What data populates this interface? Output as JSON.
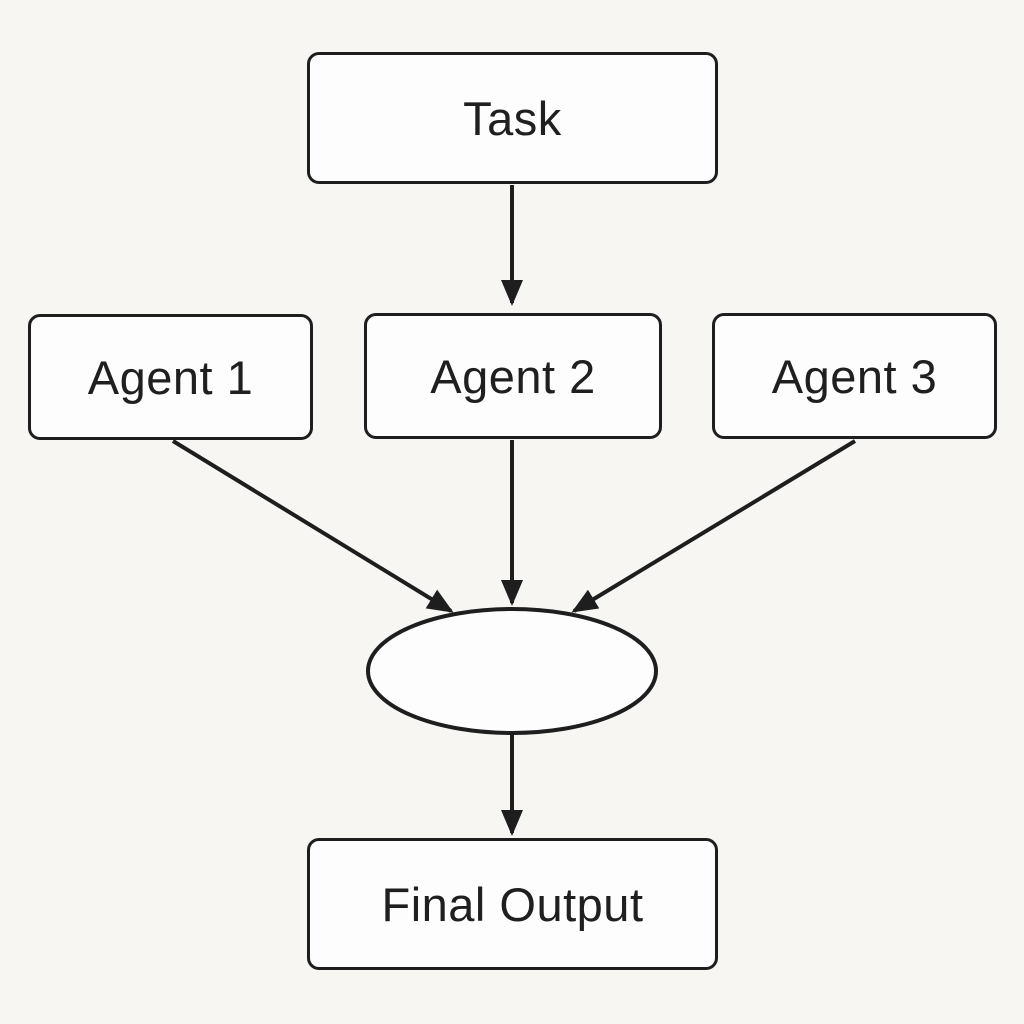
{
  "colors": {
    "bg": "#f7f6f3",
    "stroke": "#1e1e1e",
    "box-fill": "#fdfdfd",
    "text": "#1f1f1f"
  },
  "nodes": {
    "task": {
      "label": "Task",
      "shape": "rectangle"
    },
    "agent1": {
      "label": "Agent 1",
      "shape": "rectangle"
    },
    "agent2": {
      "label": "Agent 2",
      "shape": "rectangle"
    },
    "agent3": {
      "label": "Agent 3",
      "shape": "rectangle"
    },
    "aggregator": {
      "label": "",
      "shape": "ellipse"
    },
    "final_output": {
      "label": "Final Output",
      "shape": "rectangle"
    }
  },
  "edges": [
    {
      "from": "task",
      "to": "agent2"
    },
    {
      "from": "agent1",
      "to": "aggregator"
    },
    {
      "from": "agent2",
      "to": "aggregator"
    },
    {
      "from": "agent3",
      "to": "aggregator"
    },
    {
      "from": "aggregator",
      "to": "final_output"
    }
  ]
}
